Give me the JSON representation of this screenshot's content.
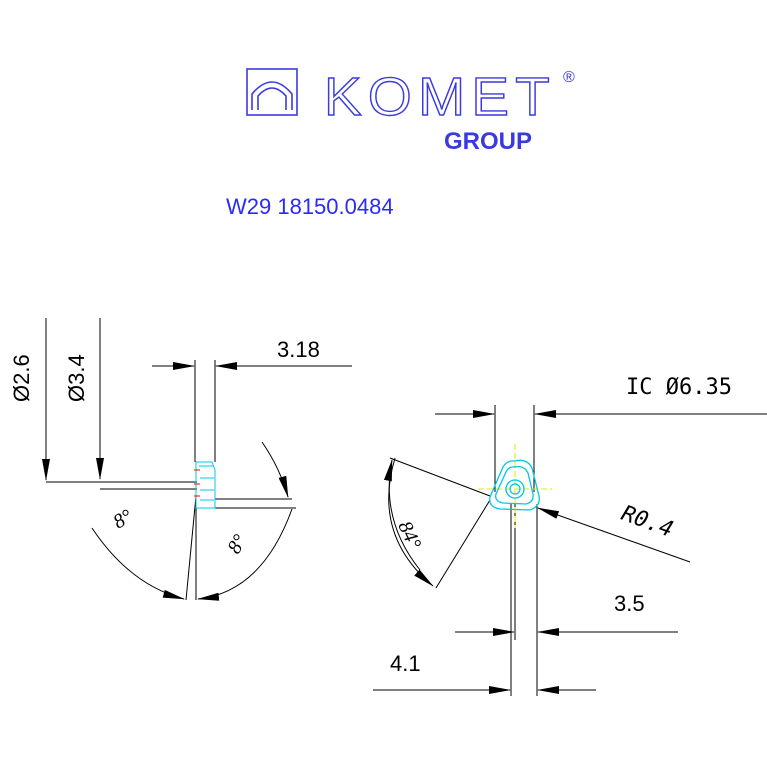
{
  "logo": {
    "brand": "KOMET",
    "registered_mark": "®",
    "subtitle": "GROUP"
  },
  "part_number": "W29 18150.0484",
  "side_view": {
    "dim_diameter_small": "Ø2.6",
    "dim_diameter_large": "Ø3.4",
    "dim_width": "3.18",
    "angle_left": "8°",
    "angle_right": "8°"
  },
  "top_view": {
    "dim_ic": "IC Ø6.35",
    "dim_radius": "R0.4",
    "angle_point": "84°",
    "dim_offset_inner": "3.5",
    "dim_offset_outer": "4.1"
  },
  "colors": {
    "logo": "#3a3adf",
    "dimension_lines": "#000000",
    "insert_outline": "#00c8e6",
    "center_lines": "#e6e600",
    "cut_lines": "#ff0000"
  }
}
